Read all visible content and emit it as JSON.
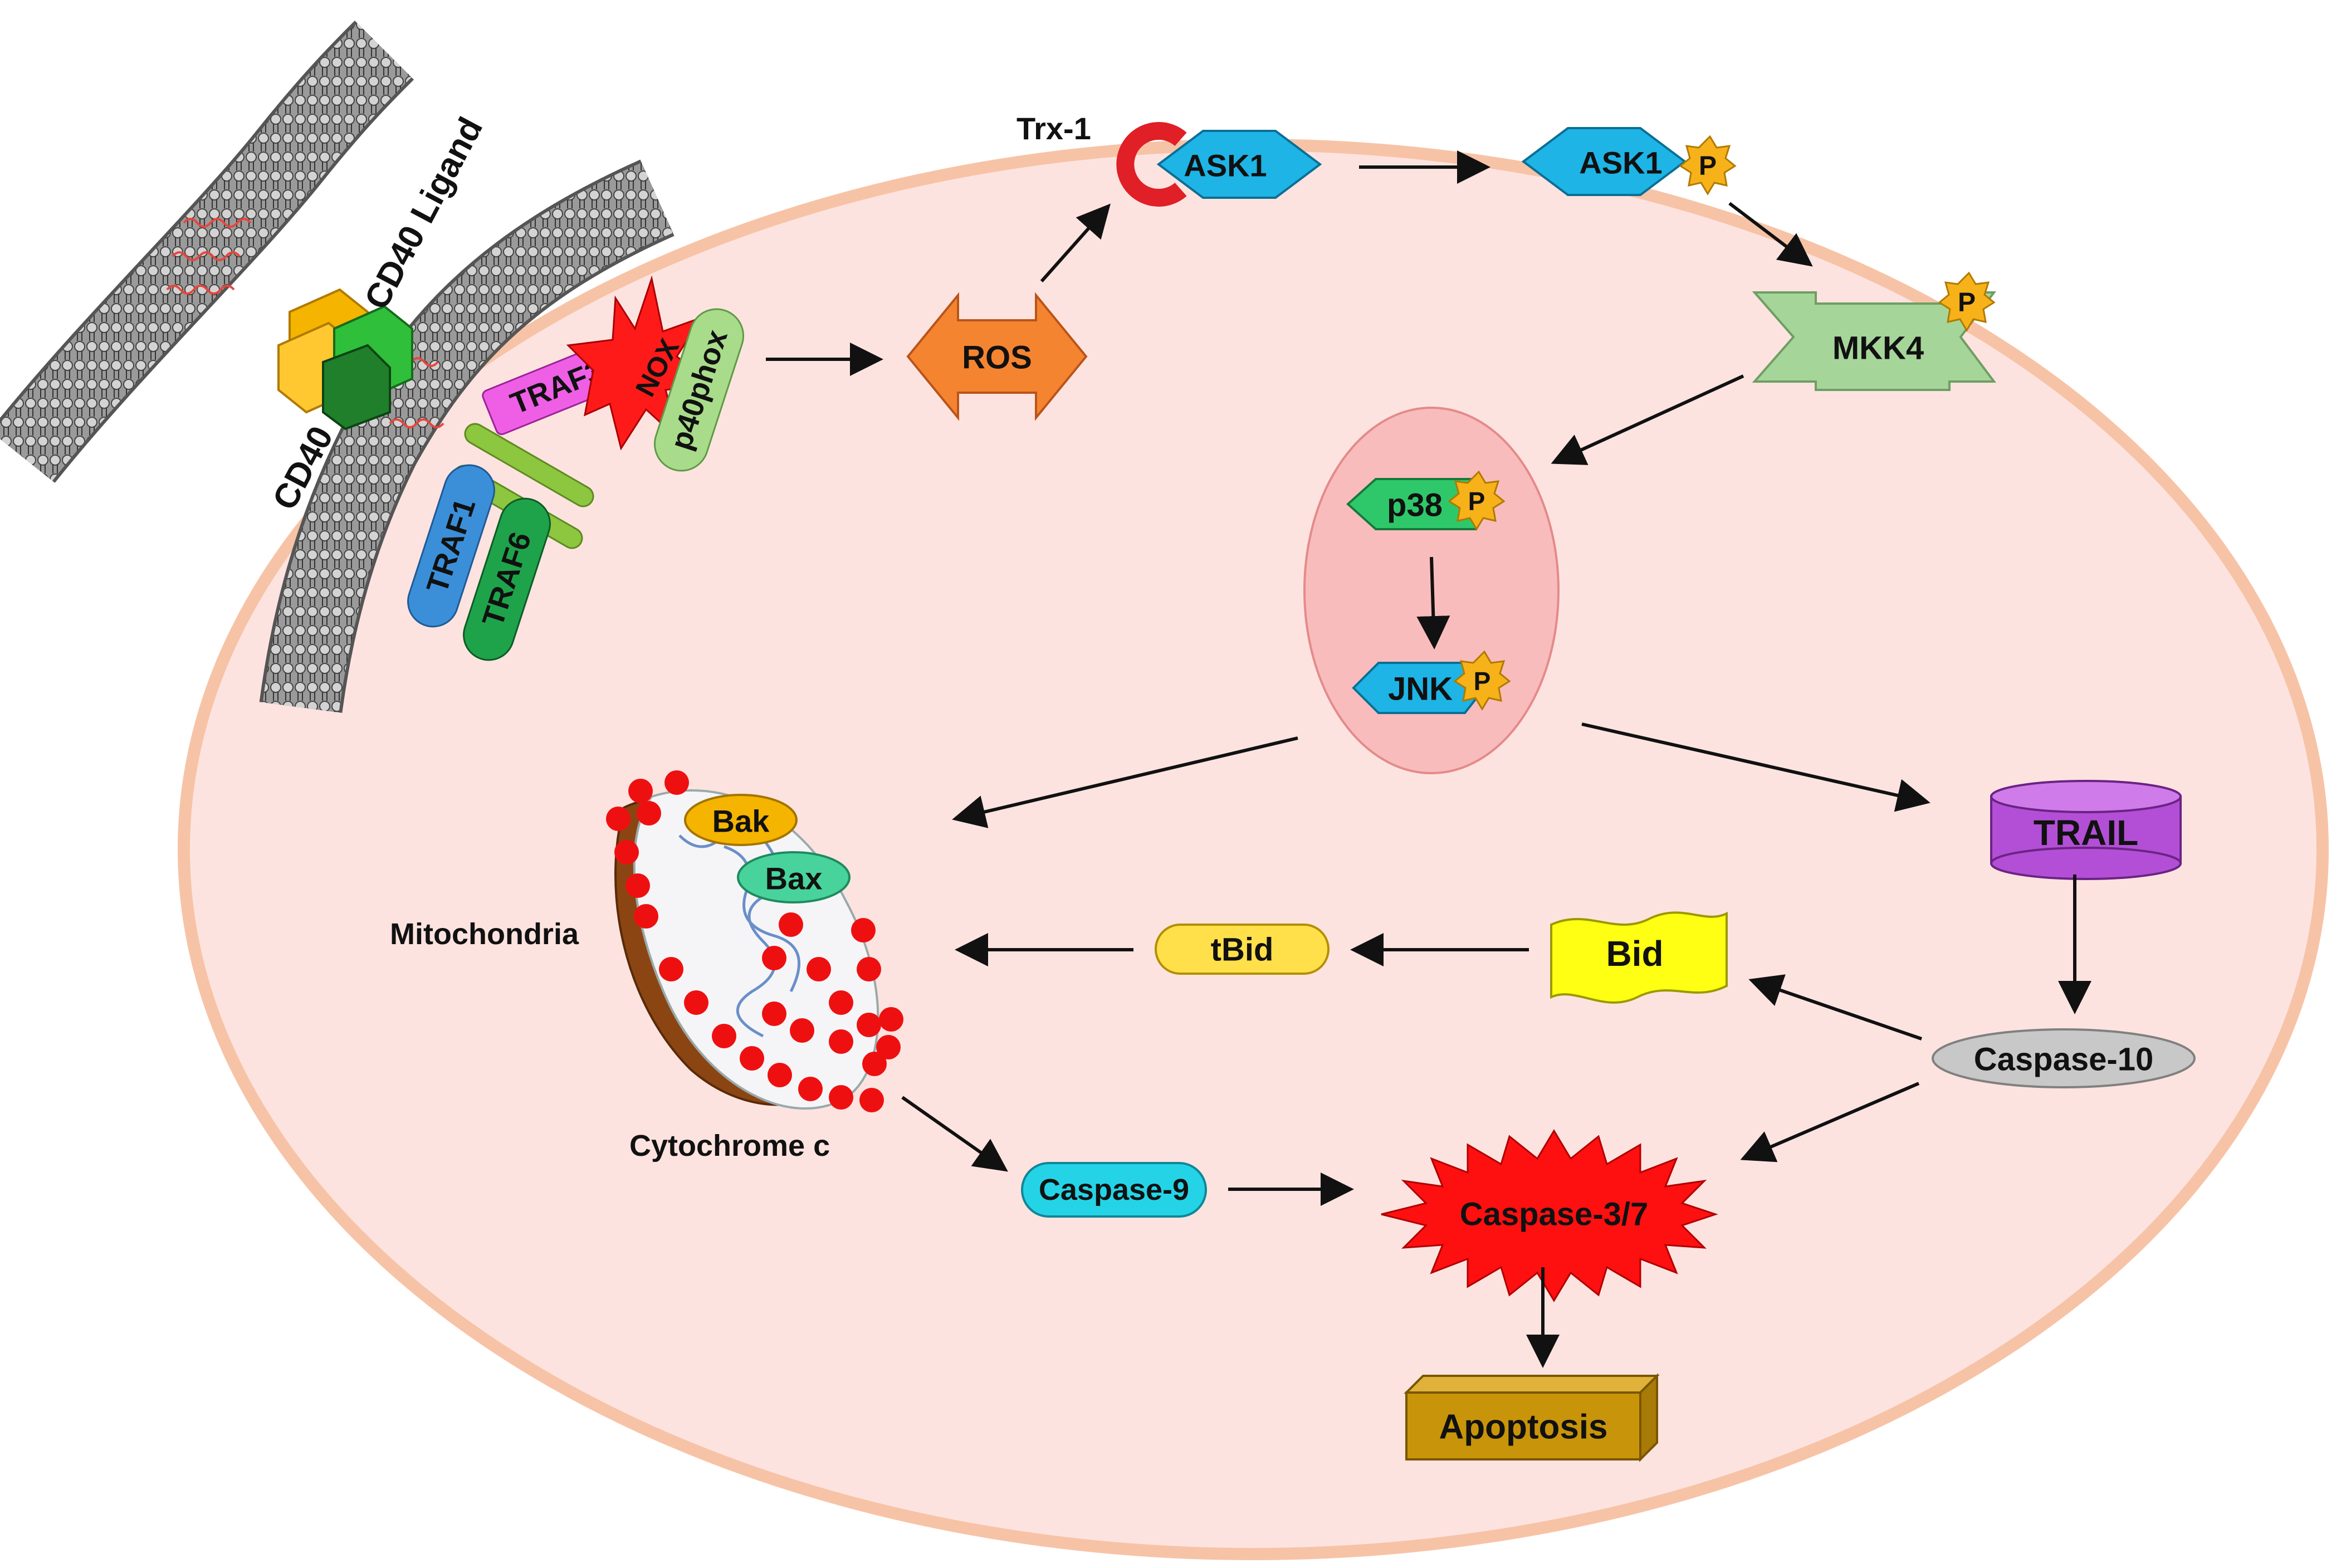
{
  "labels": {
    "cd40_ligand": "CD40 Ligand",
    "cd40": "CD40",
    "traf3": "TRAF3",
    "nox": "NOX",
    "p40phox": "p40phox",
    "traf1": "TRAF1",
    "traf6": "TRAF6",
    "ros": "ROS",
    "trx1": "Trx-1",
    "ask1": "ASK1",
    "ask1_p": "ASK1",
    "phospho": "P",
    "mkk4": "MKK4",
    "p38": "p38",
    "jnk": "JNK",
    "trail": "TRAIL",
    "caspase10": "Caspase-10",
    "bid": "Bid",
    "tbid": "tBid",
    "mitochondria": "Mitochondria",
    "bak": "Bak",
    "bax": "Bax",
    "cytochrome_c": "Cytochrome c",
    "caspase9": "Caspase-9",
    "caspase37": "Caspase-3/7",
    "apoptosis": "Apoptosis"
  },
  "colors": {
    "cell_fill": "#fde3e0",
    "cell_border": "#f7c3a6",
    "nucleus_fill": "#f9bcbc",
    "ask1": "#1eb4e6",
    "phospho": "#f7b21a",
    "mkk4": "#a6d59a",
    "p38": "#2ec86a",
    "ros": "#f58430",
    "trail": "#b34fd6",
    "caspase10": "#c8c8c8",
    "bid": "#ffff14",
    "tbid": "#ffe04a",
    "bak": "#f4b400",
    "bax": "#48d39c",
    "caspase9": "#25d3e6",
    "caspase37": "#ff1010",
    "apoptosis": "#c8940a",
    "traf3": "#ee5fe6",
    "nox": "#ff1a1a",
    "p40phox": "#a8dc8a",
    "traf1": "#3b8fd9",
    "traf6": "#1fa34a"
  }
}
